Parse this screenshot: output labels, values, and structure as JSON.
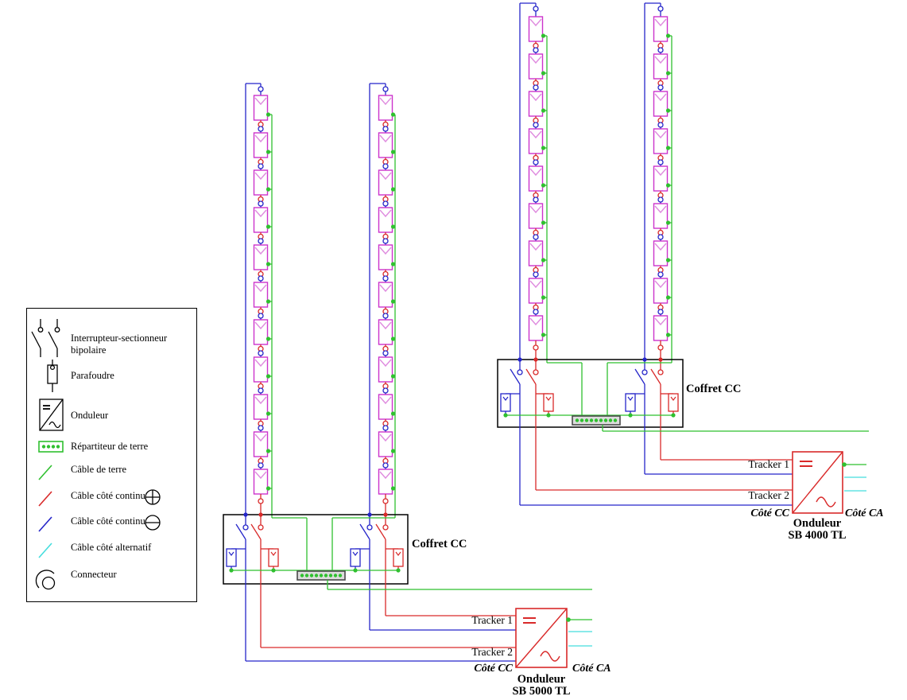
{
  "colors": {
    "earth": "#2fc02f",
    "dc_positive": "#d92a2a",
    "dc_negative": "#2525c9",
    "ac": "#45dede",
    "module": "#cc33cc",
    "module_chevron": "#df8cdf",
    "outline": "#000000",
    "block_fill": "#dcdcdc",
    "block_border": "#4a4a4a"
  },
  "legend": {
    "items": [
      {
        "icon": "bipolar-switch-icon",
        "label": "Interrupteur-sectionneur",
        "label2": "bipolaire"
      },
      {
        "icon": "surge-arrester-icon",
        "label": "Parafoudre"
      },
      {
        "icon": "inverter-icon",
        "label": "Onduleur"
      },
      {
        "icon": "earth-busbar-icon",
        "label": "Répartiteur de terre"
      },
      {
        "icon": "earth-cable-icon",
        "label": "Câble de terre"
      },
      {
        "icon": "dc-plus-cable-icon",
        "label": "Câble côté continu"
      },
      {
        "icon": "dc-minus-cable-icon",
        "label": "Câble côté continu"
      },
      {
        "icon": "ac-cable-icon",
        "label": "Câble côté alternatif"
      },
      {
        "icon": "connector-icon",
        "label": "Connecteur"
      }
    ]
  },
  "diagram": {
    "coffret_label": "Coffret CC",
    "pv_arrays": [
      {
        "strings": 2,
        "modules_per_string": 11
      },
      {
        "strings": 2,
        "modules_per_string": 9
      }
    ],
    "inverters": [
      {
        "name": "Onduleur",
        "model": "SB 5000 TL",
        "tracker1": "Tracker 1",
        "tracker2": "Tracker 2",
        "dc_side": "Côté CC",
        "ac_side": "Côté CA"
      },
      {
        "name": "Onduleur",
        "model": "SB 4000 TL",
        "tracker1": "Tracker 1",
        "tracker2": "Tracker 2",
        "dc_side": "Côté CC",
        "ac_side": "Côté CA"
      }
    ]
  }
}
